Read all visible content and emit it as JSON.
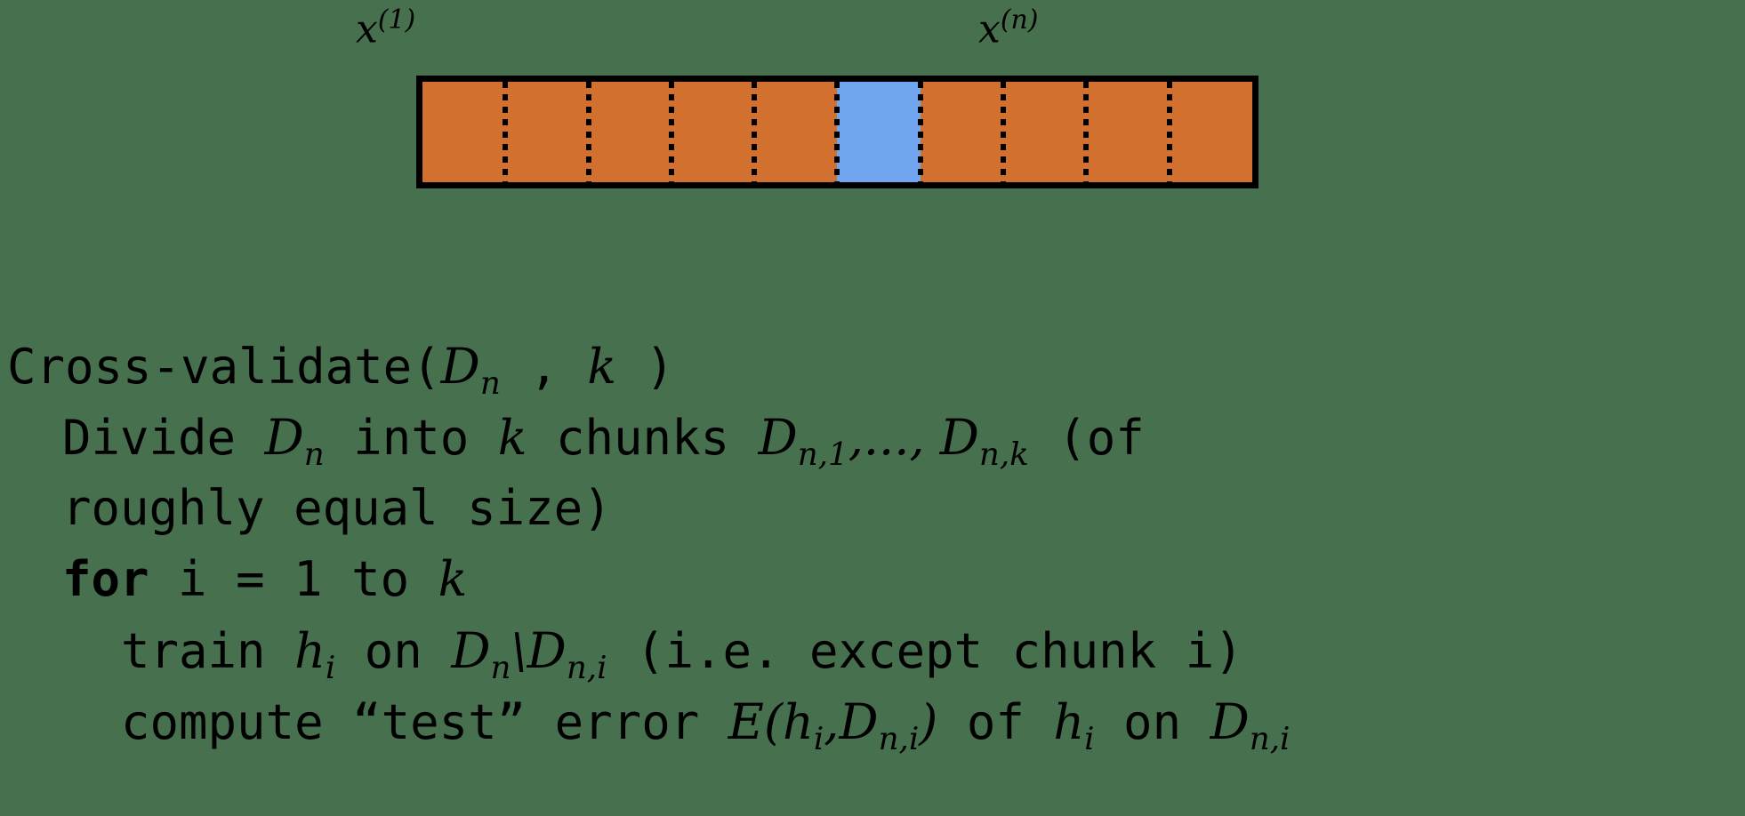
{
  "figure": {
    "name": "k-fold-cross-validation-bar",
    "labels": {
      "first_point_base": "x",
      "first_point_sup": "(1)",
      "last_point_base": "x",
      "last_point_sup": "(n)"
    },
    "bar": {
      "chunk_count": 10,
      "highlighted_chunk_index": 6,
      "chunk_fill_color": "#d2702f",
      "highlight_fill_color": "#6fa6ef",
      "border_color": "#000000",
      "divider_style": "dotted"
    }
  },
  "pseudocode": {
    "title": "Cross-validate",
    "lines": [
      {
        "id": "signature",
        "indent": 0,
        "tokens": [
          {
            "t": "plain",
            "v": "Cross-validate("
          },
          {
            "t": "cal",
            "v": "D"
          },
          {
            "t": "sub",
            "v": "n"
          },
          {
            "t": "plain",
            "v": " , "
          },
          {
            "t": "math",
            "v": "k"
          },
          {
            "t": "plain",
            "v": " )"
          }
        ]
      },
      {
        "id": "divide",
        "indent": 1,
        "tokens": [
          {
            "t": "plain",
            "v": "Divide "
          },
          {
            "t": "cal",
            "v": "D"
          },
          {
            "t": "sub",
            "v": "n"
          },
          {
            "t": "plain",
            "v": " into "
          },
          {
            "t": "math",
            "v": "k"
          },
          {
            "t": "plain",
            "v": " chunks "
          },
          {
            "t": "cal",
            "v": "D"
          },
          {
            "t": "sub",
            "v": "n,1"
          },
          {
            "t": "math",
            "v": ",..., "
          },
          {
            "t": "cal",
            "v": "D"
          },
          {
            "t": "sub",
            "v": "n,k"
          },
          {
            "t": "plain",
            "v": " (of"
          }
        ]
      },
      {
        "id": "divide-cont",
        "indent": 1,
        "tokens": [
          {
            "t": "plain",
            "v": "roughly equal size)"
          }
        ]
      },
      {
        "id": "for-loop",
        "indent": 1,
        "tokens": [
          {
            "t": "kw",
            "v": "for"
          },
          {
            "t": "plain",
            "v": " i = 1 to "
          },
          {
            "t": "math",
            "v": "k"
          }
        ]
      },
      {
        "id": "train",
        "indent": 2,
        "tokens": [
          {
            "t": "plain",
            "v": "train "
          },
          {
            "t": "math",
            "v": "h"
          },
          {
            "t": "sub",
            "v": "i"
          },
          {
            "t": "plain",
            "v": " on "
          },
          {
            "t": "cal",
            "v": "D"
          },
          {
            "t": "sub",
            "v": "n"
          },
          {
            "t": "math",
            "v": "\\"
          },
          {
            "t": "cal",
            "v": "D"
          },
          {
            "t": "sub",
            "v": "n,i"
          },
          {
            "t": "plain",
            "v": " (i.e. except chunk i)"
          }
        ]
      },
      {
        "id": "compute-error",
        "indent": 2,
        "tokens": [
          {
            "t": "plain",
            "v": "compute “test” error "
          },
          {
            "t": "cal",
            "v": "E"
          },
          {
            "t": "math",
            "v": "("
          },
          {
            "t": "math",
            "v": "h"
          },
          {
            "t": "sub",
            "v": "i"
          },
          {
            "t": "math",
            "v": ","
          },
          {
            "t": "cal",
            "v": "D"
          },
          {
            "t": "sub",
            "v": "n,i"
          },
          {
            "t": "math",
            "v": ")"
          },
          {
            "t": "plain",
            "v": " of "
          },
          {
            "t": "math",
            "v": "h"
          },
          {
            "t": "sub",
            "v": "i"
          },
          {
            "t": "plain",
            "v": " on "
          },
          {
            "t": "cal",
            "v": "D"
          },
          {
            "t": "sub",
            "v": "n,i"
          }
        ]
      }
    ]
  },
  "colors": {
    "background": "#47704e",
    "ink": "#000000",
    "orange": "#d2702f",
    "blue": "#6fa6ef"
  }
}
